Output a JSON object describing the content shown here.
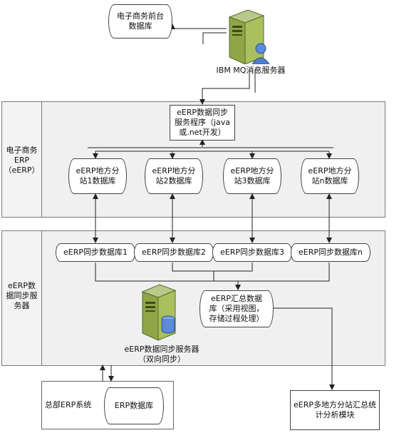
{
  "top": {
    "ecommerce_db": "电子商务前台数据库",
    "mq_server": "IBM MQ消息服务器"
  },
  "erp_section": {
    "label_line1": "电子商务",
    "label_line2": "ERP",
    "label_line3": "（eERP）",
    "sync_program": "eERP数据同步服务程序（java或.net开发）",
    "branch_dbs": [
      "eERP地方分站1数据库",
      "eERP地方分站2数据库",
      "eERP地方分站3数据库",
      "eERP地方分站n数据库"
    ]
  },
  "sync_section": {
    "label": "eERP数据同步服务器",
    "sync_dbs": [
      "eERP同步数据库1",
      "eERP同步数据库2",
      "eERP同步数据库3",
      "eERP同步数据库n"
    ],
    "summary_db": "eERP汇总数据库（采用视图，存储过程处理）",
    "server_label": "eERP数据同步服务器（双向同步）"
  },
  "bottom": {
    "hq_system": "总部ERP系统",
    "erp_db": "ERP数据库",
    "stats_module": "eERP多地方分站汇总统计分析模块"
  }
}
